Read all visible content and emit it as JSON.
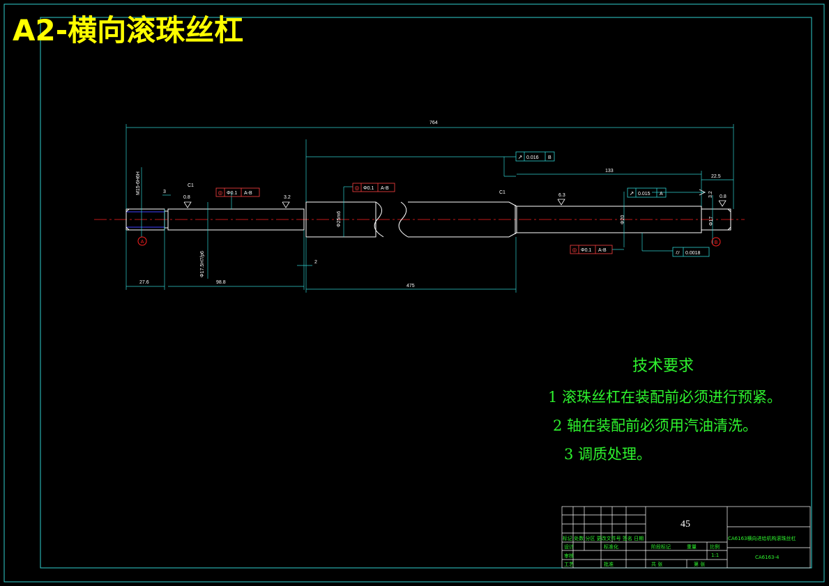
{
  "title": "A2-横向滚珠丝杠",
  "dimensions": {
    "overall": "764",
    "d133": "133",
    "d22_5": "22.5",
    "d27_6": "27.6",
    "d98_8": "98.8",
    "d475": "475",
    "d3": "3",
    "d2": "2",
    "thread_m": "M15-6H6H",
    "dia17h": "Φ17.5H7/p6",
    "dia_mid": "Φ25m6",
    "dia_right": "Φ20",
    "dia_end": "Φ17"
  },
  "chamfers": {
    "c1_left": "C1",
    "c1_mid": "C1"
  },
  "roughness": {
    "r08a": "0.8",
    "r32": "3.2",
    "r63": "6.3",
    "r08b": "0.8",
    "r32b": "3.2"
  },
  "tolerances": {
    "coax1_val": "Φ0.1",
    "coax1_ref": "A-B",
    "coax2_val": "Φ0.1",
    "coax2_ref": "A-B",
    "coax3_val": "Φ0.1",
    "coax3_ref": "A-B",
    "runout1_val": "0.016",
    "runout1_ref": "B",
    "runout2_val": "0.015",
    "runout2_ref": "A",
    "cyl_val": "0.0018"
  },
  "datums": {
    "a": "A",
    "b": "B"
  },
  "notes": {
    "heading": "技术要求",
    "item1": "1 滚珠丝杠在装配前必须进行预紧。",
    "item2": "2 轴在装配前必须用汽油清洗。",
    "item3": "3 调质处理。"
  },
  "title_block": {
    "material": "45",
    "part_name": "CA6163横向进给机构滚珠丝杠",
    "drawing_no": "CA6163-4",
    "scale": "1:1",
    "labels": {
      "marks": "标记 处数 分区 更改文件号 签名 日期",
      "design": "设计",
      "std": "标准化",
      "review": "审核",
      "craft": "工艺",
      "approve": "批准",
      "stage": "阶段标记",
      "weight": "重量",
      "ratio": "比例",
      "sheets": "共 张",
      "sheet": "第 张"
    }
  },
  "colors": {
    "border": "#2fd0d0",
    "outline": "#ffffff",
    "centerline": "#ff2020",
    "text_green": "#2ef32e",
    "title_yellow": "#ffff00",
    "tol_frame": "#ff4040",
    "hidden": "#4040ff"
  }
}
